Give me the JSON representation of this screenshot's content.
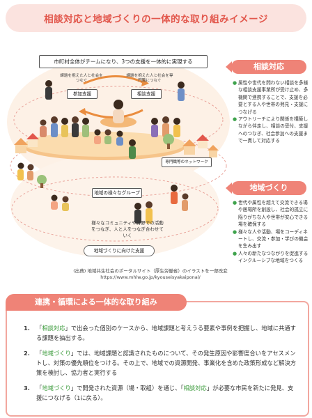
{
  "title": "相談対応と地域づくりの一体的な取り組みイメージ",
  "illustration": {
    "banner": "市町村全体がチームになり、3つの支援を一体的に実現する",
    "support_left_caption": "課題を抱えた人と社会をつなぐ",
    "support_left_label": "参加支援",
    "support_right_caption": "課題を抱えた人と社会を専門職につなぐ",
    "support_right_label": "相談支援",
    "network_label": "専門職等のネットワーク",
    "groups_label": "地域の様々なグループ",
    "community_text": "様々なコミュニティや分野での活動をつなぎ、人と人をつなぎ合わせていく",
    "bottom_label": "地域づくりに向けた支援"
  },
  "soudan": {
    "heading": "相談対応",
    "items": [
      "属性や世代を問わない相談を多様な相談支援事業所が受け止め、多機関で連携することで、支援を必要とする人や世帯の発見・支援につなげる",
      "アウトリーチにより関係を構築しながら伴走し、相談の受付、支援へのつなぎ、社会参加への支援まで一貫して対応する"
    ]
  },
  "chiiki": {
    "heading": "地域づくり",
    "items": [
      "世代や属性を超えて交流できる場や居場所を創設し、社会的孤立に陥りがちな人や世帯が安心できる場を確保する",
      "様々な人や活動、場をコーディネートし、交流・参加・学びの機会を生み出す",
      "人々の新たなつながりを促進するインクルーシブな地域をつくる"
    ]
  },
  "source": {
    "line1": "(出典) 地域共生社会のポータルサイト（厚生労働省）のイラストを一部改変",
    "line2": "https://www.mhlw.go.jp/kyouseisyakaiponal/"
  },
  "cycle": {
    "heading": "連携・循環による一体的な取り組み",
    "steps": [
      {
        "num": "1.",
        "pre": "「",
        "hl": "相談対応",
        "post": "」で出会った個別のケースから、地域課題と考えうる要素や事例を把握し、地域に共通する課題を抽出する。"
      },
      {
        "num": "2.",
        "pre": "「",
        "hl": "地域づくり",
        "post": "」では、地域課題と認識されたものについて、その発生原因や影響度合いをアセスメントし、対策の優先順位をつける。その上で、地域での資源開発、事業化を含めた政策形成など解決方策を検討し、協力者と実行する"
      }
    ],
    "step3": {
      "num": "3.",
      "pre": "「",
      "hl1": "地域づくり",
      "mid": "」で開発された資源（場・取組）を通じ、「",
      "hl2": "相談対応",
      "post": "」が必要な市民を新たに発見、支援につなげる（1に戻る）。"
    }
  },
  "colors": {
    "accent": "#ef8377",
    "title_bg": "#fbe3df",
    "green": "#3fa34d"
  }
}
